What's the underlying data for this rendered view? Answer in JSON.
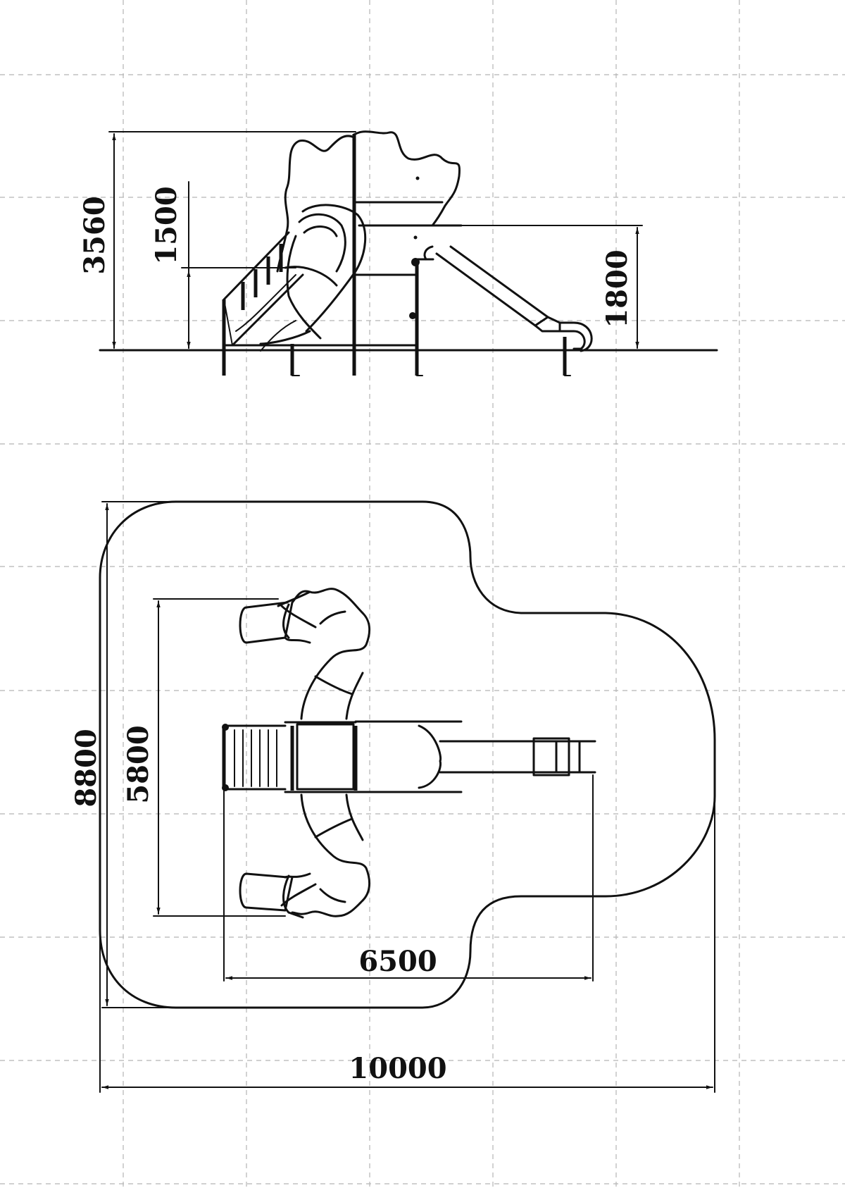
{
  "side_view": {
    "total_height": "3560",
    "platform_height": "1500",
    "slide_height": "1800"
  },
  "plan_view": {
    "total_depth": "8800",
    "tube_span": "5800",
    "structure_length": "6500",
    "total_width": "10000"
  },
  "colors": {
    "ink": "#111111",
    "grid": "#b4b4b4",
    "background": "#ffffff"
  }
}
